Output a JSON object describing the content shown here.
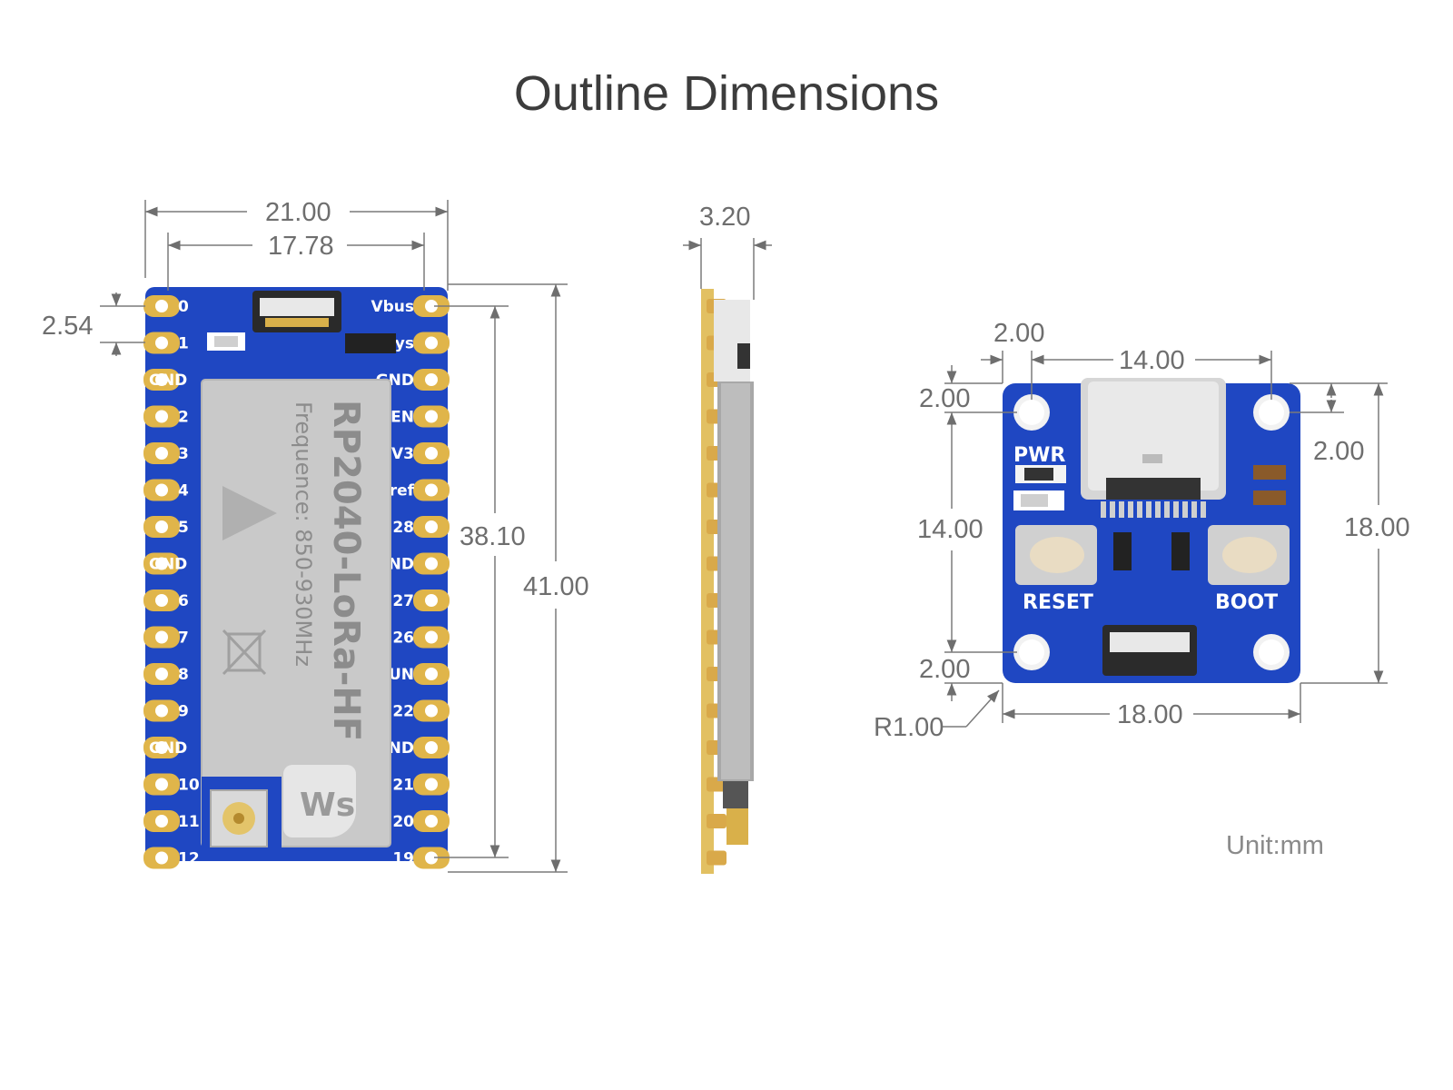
{
  "title": "Outline Dimensions",
  "unit_label": "Unit:mm",
  "main_board": {
    "dimensions": {
      "width": "21.00",
      "pin_row_span": "17.78",
      "pin_pitch": "2.54",
      "pin_column_length": "38.10",
      "length": "41.00"
    },
    "left_pin_labels": [
      "0",
      "1",
      "GND",
      "2",
      "3",
      "4",
      "5",
      "GND",
      "6",
      "7",
      "8",
      "9",
      "GND",
      "10",
      "11",
      "12"
    ],
    "right_pin_labels": [
      "Vbus",
      "Vsys",
      "GND",
      "EN",
      "3V3",
      "Vref",
      "28",
      "GND",
      "27",
      "26",
      "RUN",
      "22",
      "GND",
      "21",
      "20",
      "19"
    ],
    "shield_title": "RP2040-LoRa-HF",
    "shield_subtitle": "Frequence: 850-930MHz"
  },
  "side_view": {
    "thickness": "3.20"
  },
  "adapter_board": {
    "dimensions": {
      "hole_offset_x": "2.00",
      "hole_spacing_x": "14.00",
      "hole_offset_top": "2.00",
      "hole_offset_right": "2.00",
      "hole_spacing_y": "14.00",
      "height": "18.00",
      "hole_offset_bottom": "2.00",
      "corner_radius": "R1.00",
      "width": "18.00"
    },
    "labels": {
      "pwr": "PWR",
      "reset": "RESET",
      "boot": "BOOT"
    }
  },
  "colors": {
    "pcb_blue": "#1f47c2",
    "gold": "#e0b54a",
    "shield": "#c8c8c8",
    "dimension_line": "#7a7a7a"
  }
}
